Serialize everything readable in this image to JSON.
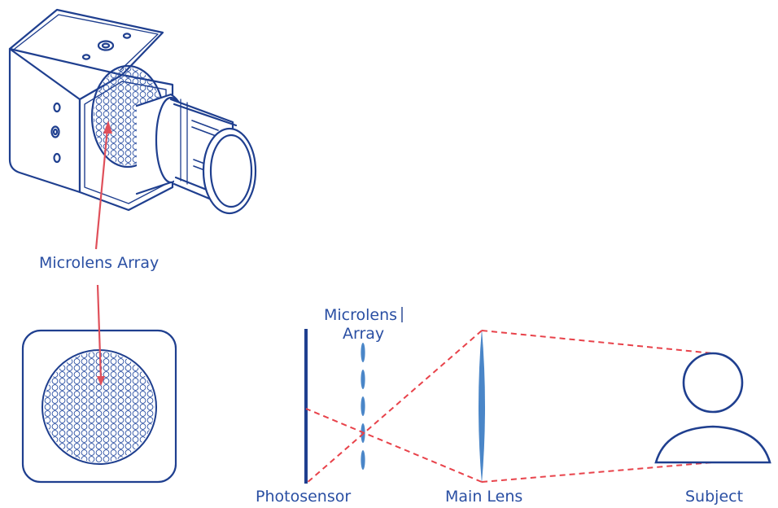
{
  "labels": {
    "microlens_array_camera": "Microlens Array",
    "microlens_array_diagram_line1": "Microlens",
    "microlens_array_diagram_line2": "Array",
    "photosensor": "Photosensor",
    "main_lens": "Main Lens",
    "subject": "Subject"
  },
  "colors": {
    "outline": "#1f3f8f",
    "text": "#2a4fa3",
    "pointer": "#e0505a",
    "ray": "#e8424a",
    "lens": "#4a86c8"
  }
}
